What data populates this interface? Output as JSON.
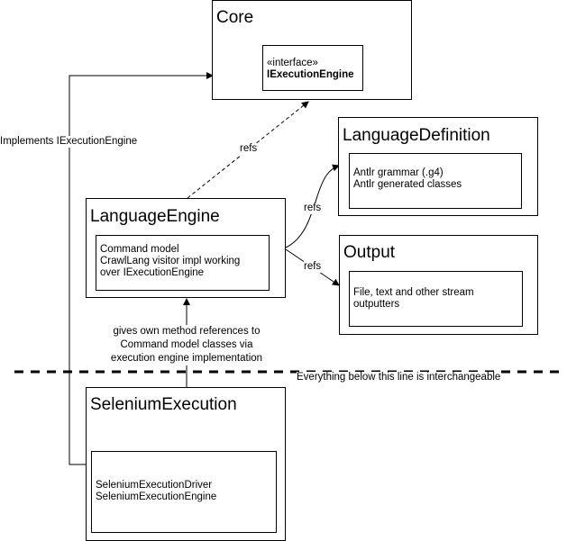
{
  "modules": {
    "core": {
      "title": "Core",
      "stereotype": "«interface»",
      "interface_name": "IExecutionEngine"
    },
    "language_definition": {
      "title": "LanguageDefinition",
      "lines": [
        "Antlr grammar (.g4)",
        "Antlr generated classes"
      ]
    },
    "language_engine": {
      "title": "LanguageEngine",
      "lines": [
        "Command model",
        "CrawlLang visitor impl working",
        "over IExecutionEngine"
      ]
    },
    "output": {
      "title": "Output",
      "lines": [
        "File, text and other stream",
        "outputters"
      ]
    },
    "selenium_execution": {
      "title": "SeleniumExecution",
      "lines": [
        "SeleniumExecutionDriver",
        "SeleniumExecutionEngine"
      ]
    }
  },
  "edges": {
    "implements_label": "Implements IExecutionEngine",
    "refs_core": "refs",
    "refs_definition": "refs",
    "refs_output": "refs",
    "gives_refs_lines": [
      "gives own method references to",
      "Command model classes via",
      "execution engine implementation"
    ]
  },
  "divider_label": "Everything below this line is interchangeable",
  "colors": {
    "stroke": "#000000",
    "background": "#ffffff"
  }
}
